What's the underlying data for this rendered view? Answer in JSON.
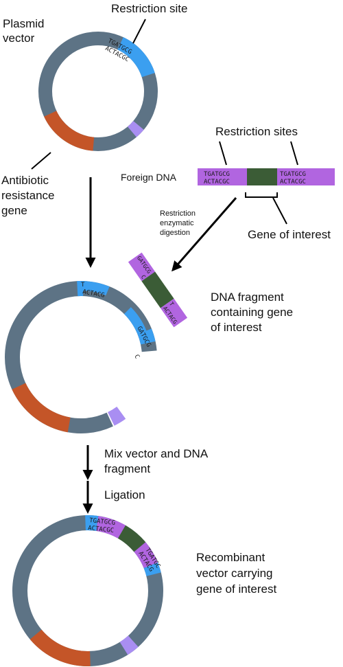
{
  "colors": {
    "backbone": "#5d7385",
    "restriction": "#3b9ff0",
    "resistance": "#c45528",
    "small_marker": "#a98ef2",
    "foreign_dna": "#b165e0",
    "gene": "#3b5c36",
    "arrow": "#000000"
  },
  "labels": {
    "plasmid_vector": [
      "Plasmid",
      "vector"
    ],
    "restriction_site": "Restriction site",
    "antibiotic_gene": [
      "Antibiotic",
      "resistance",
      "gene"
    ],
    "restriction_sites": "Restriction sites",
    "foreign_dna": "Foreign DNA",
    "gene_of_interest": "Gene of interest",
    "digestion": [
      "Restriction",
      "enzymatic",
      "digestion"
    ],
    "fragment": [
      "DNA fragment",
      "containing gene",
      "of interest"
    ],
    "mix": [
      "Mix vector and DNA",
      "fragment"
    ],
    "ligation": "Ligation",
    "recombinant": [
      "Recombinant",
      "vector carrying",
      "gene of interest"
    ]
  },
  "sequences": {
    "site_top": "TGATGCG",
    "site_bottom": "ACTACGC",
    "fragment_left_top": "GATGCG",
    "fragment_left_bottom": "C",
    "fragment_right_top": "T",
    "fragment_right_bottom": "ACTACG",
    "cut_top_tail": "T",
    "cut_top_sticky": "ACTACG",
    "cut_right_sticky": "GATGCG",
    "cut_right_tail": "C",
    "recomb_left_top": "TGATGCG",
    "recomb_left_bottom": "ACTACGC",
    "recomb_right_top": "TGATGC",
    "recomb_right_bottom": "ACTACG"
  }
}
